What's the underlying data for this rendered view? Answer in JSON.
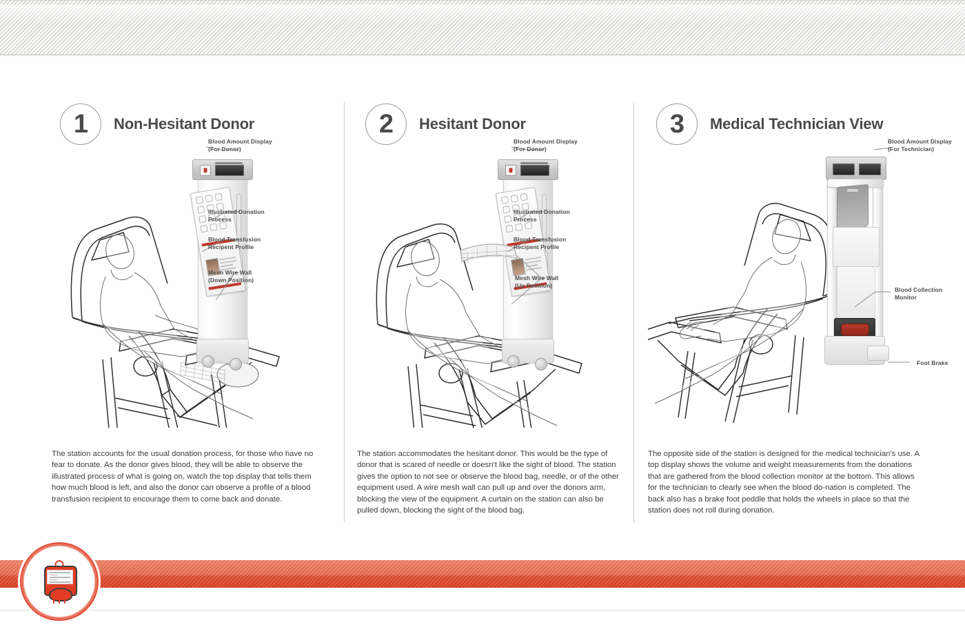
{
  "board": {
    "accent_red": "#e2503a",
    "band_red_top": "#ef8368",
    "band_red_bottom": "#dc4226",
    "header_gray": "#eceae6",
    "text_gray": "#4a4a4a"
  },
  "logo": {
    "name": "blood-bag-logo",
    "icon": "blood-bag-icon"
  },
  "panels": [
    {
      "number": "1",
      "title": "Non-Hesitant Donor",
      "callouts": [
        {
          "line1": "Blood Amount Display",
          "line2": "(For Donor)"
        },
        {
          "line1": "Illustrated Donation",
          "line2": "Process"
        },
        {
          "line1": "Blood Transfusion",
          "line2": "Recipent Profile"
        },
        {
          "line1": "Mesh Wire Wall",
          "line2": "(Down Position)"
        }
      ],
      "body": "The station accounts for the usual donation process, for those who have no fear to donate.  As the donor gives blood, they will be able to observe the illustrated process of what is going on, watch the top display that tells them how much blood is left, and also the donor can observe a profile of a blood transfusion recipient to encourage them to come back and donate."
    },
    {
      "number": "2",
      "title": "Hesitant Donor",
      "callouts": [
        {
          "line1": "Blood Amount Display",
          "line2": "(For Donor)"
        },
        {
          "line1": "Illustrated Donation",
          "line2": "Process"
        },
        {
          "line1": "Blood Transfusion",
          "line2": "Recipent Profile"
        },
        {
          "line1": "Mesh Wire Wall",
          "line2": "(Up Position)"
        }
      ],
      "body": "The station accommodates the hesitant donor.  This would be the type of donor that is scared of needle or doesn't like the sight of blood.  The station gives the option to not see or observe the blood bag, needle, or of the other equipment used.  A wire mesh wall can pull up and over the donors arm, blocking the view of the equipment.  A curtain on the station can also be pulled down, blocking the sight of the blood bag."
    },
    {
      "number": "3",
      "title": "Medical Technician View",
      "callouts": [
        {
          "line1": "Blood Amount Display",
          "line2": "(For Technician)"
        },
        {
          "line1": "Blood Collection",
          "line2": "Monitor"
        },
        {
          "line1": "Foot Brake",
          "line2": ""
        }
      ],
      "body": "The opposite side of the station is designed for the medical technician's use.  A top display shows the volume and weight measurements from the donations that are gathered from the blood collection monitor at the bottom.  This allows for the technician to clearly see when the blood do-nation is completed.  The back also has a brake foot peddle that holds the wheels in place so that the station does not roll during donation."
    }
  ]
}
